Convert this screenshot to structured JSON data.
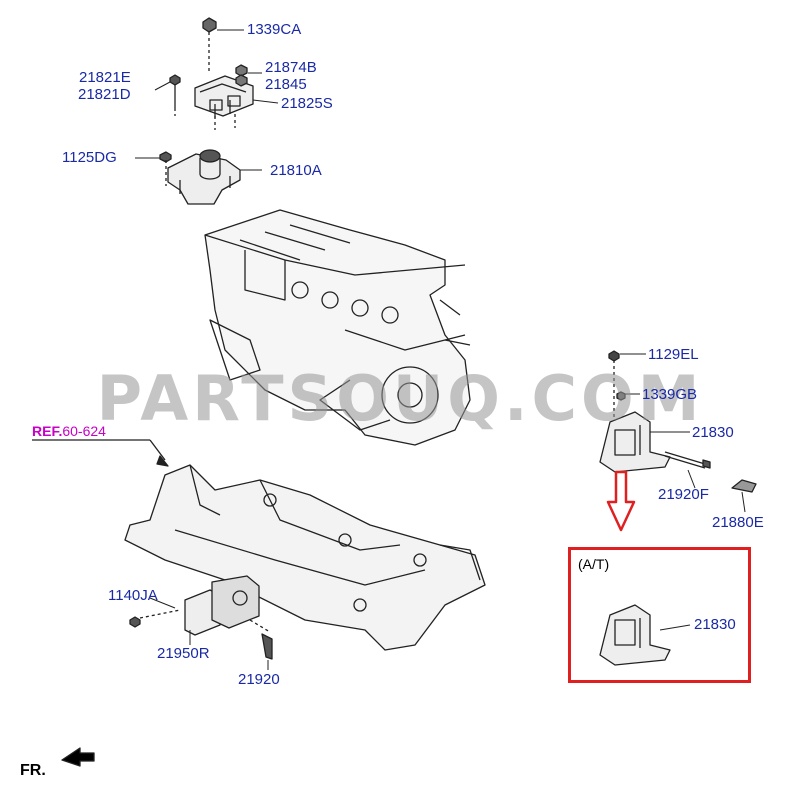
{
  "labels": {
    "p1339CA": "1339CA",
    "p21874B": "21874B",
    "p21845": "21845",
    "p21821E": "21821E",
    "p21821D": "21821D",
    "p21825S": "21825S",
    "p1125DG": "1125DG",
    "p21810A": "21810A",
    "p1129EL": "1129EL",
    "p1339GB": "1339GB",
    "p21830": "21830",
    "p21920F": "21920F",
    "p21880E": "21880E",
    "p1140JA": "1140JA",
    "p21950R": "21950R",
    "p21920": "21920",
    "p21830_at": "21830"
  },
  "ref": {
    "key": "REF.",
    "number": "60-624"
  },
  "at_box": {
    "label": "(A/T)"
  },
  "direction": {
    "label": "FR."
  },
  "watermark": "PARTSOUQ.COM",
  "colors": {
    "label": "#1a2aa6",
    "ref": "#c800c8",
    "highlight": "#e02020"
  }
}
